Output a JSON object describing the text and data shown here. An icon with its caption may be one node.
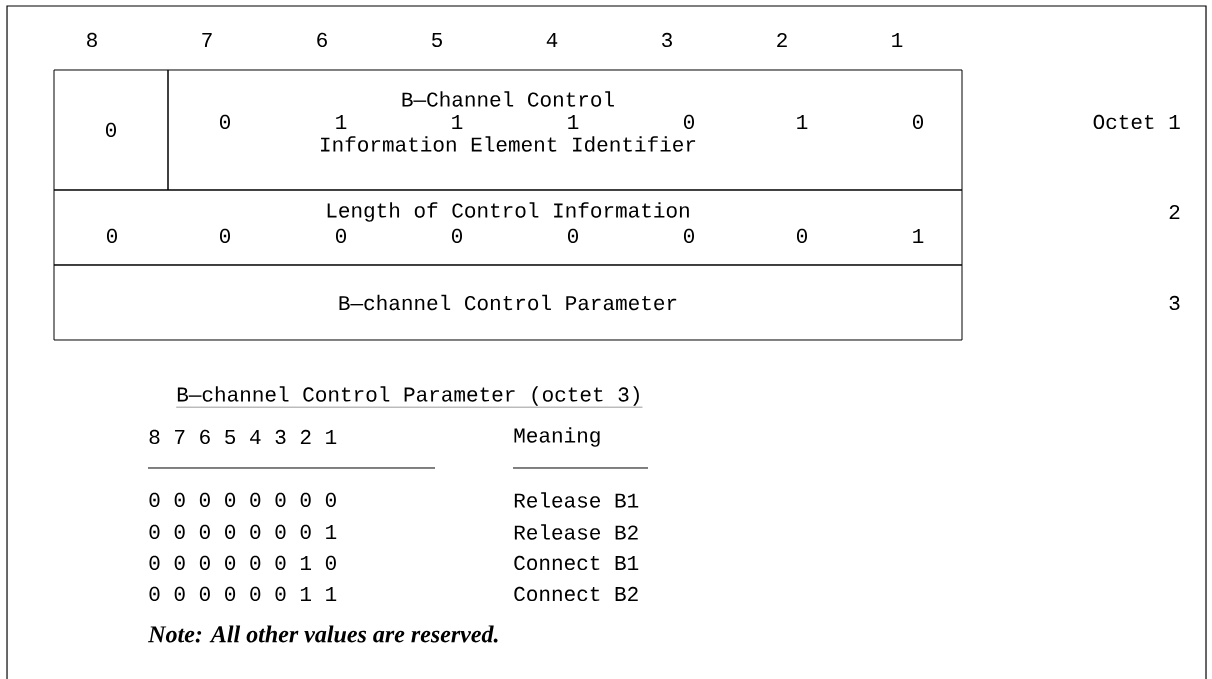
{
  "diagram": {
    "nodes": [
      {
        "text": [
          "0"
        ]
      },
      {
        "text": [
          "B—Channel Control",
          "0",
          "1",
          "1",
          "1",
          "0",
          "1",
          "0",
          "Information Element Identifier"
        ]
      },
      {
        "text": [
          "Length of Control Information",
          "0",
          "0",
          "0",
          "0",
          "0",
          "0",
          "0",
          "1"
        ]
      },
      {
        "text": [
          "B—channel Control Parameter"
        ]
      }
    ],
    "labels": [
      "8",
      "7",
      "6",
      "5",
      "4",
      "3",
      "2",
      "1",
      "Octet 1",
      "2",
      "3",
      "B—channel Control Parameter (octet 3)",
      "8 7 6 5 4 3 2 1",
      "Meaning",
      "0 0 0 0 0 0 0 0",
      "Release B1",
      "0 0 0 0 0 0 0 1",
      "Release B2",
      "0 0 0 0 0 0 1 0",
      "Connect B1",
      "0 0 0 0 0 0 1 1",
      "Connect B2",
      "Note: All other values are reserved."
    ]
  }
}
